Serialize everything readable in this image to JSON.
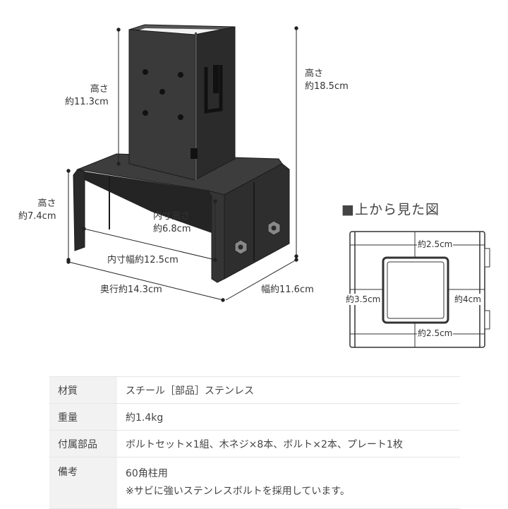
{
  "product_dims": {
    "post_height": "高さ\n約11.3cm",
    "total_height": "高さ\n約18.5cm",
    "base_height": "高さ\n約7.4cm",
    "inner_height": "内寸高さ\n約6.8cm",
    "inner_width": "内寸幅約12.5cm",
    "depth": "奥行約14.3cm",
    "width": "幅約11.6cm"
  },
  "top_view": {
    "title": "■上から見た図",
    "top_gap": "約2.5cm",
    "bottom_gap": "約2.5cm",
    "left_gap": "約3.5cm",
    "right_gap": "約4cm"
  },
  "specs": [
    {
      "label": "材質",
      "value": "スチール［部品］ステンレス"
    },
    {
      "label": "重量",
      "value": "約1.4kg"
    },
    {
      "label": "付属部品",
      "value": "ボルトセット×1組、木ネジ×8本、ボルト×2本、プレート1枚"
    },
    {
      "label": "備考",
      "lines": [
        "60角柱用",
        "※サビに強いステンレスボルトを採用しています。"
      ]
    }
  ],
  "colors": {
    "metal": "#333333",
    "metal_edge": "#1e1e1e",
    "header_bg": "#f2f2f2"
  }
}
